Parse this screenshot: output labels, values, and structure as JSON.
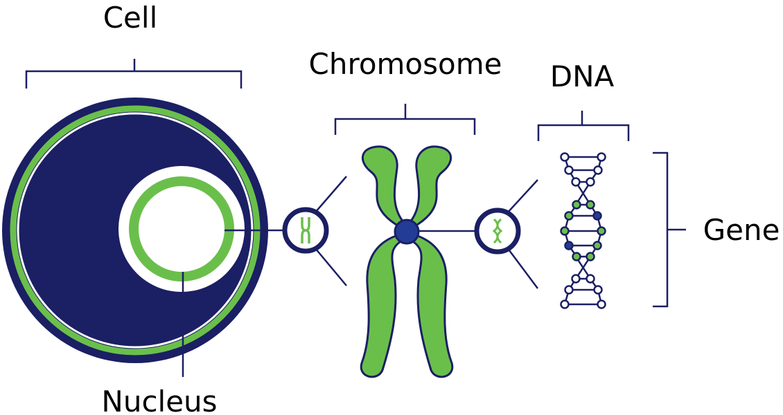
{
  "labels": {
    "cell": "Cell",
    "chromosome": "Chromosome",
    "dna": "DNA",
    "gene": "Gene",
    "nucleus": "Nucleus"
  },
  "colors": {
    "navy": "#1b1f63",
    "green": "#6abf4b",
    "centromere": "#233d96",
    "white": "#ffffff"
  }
}
